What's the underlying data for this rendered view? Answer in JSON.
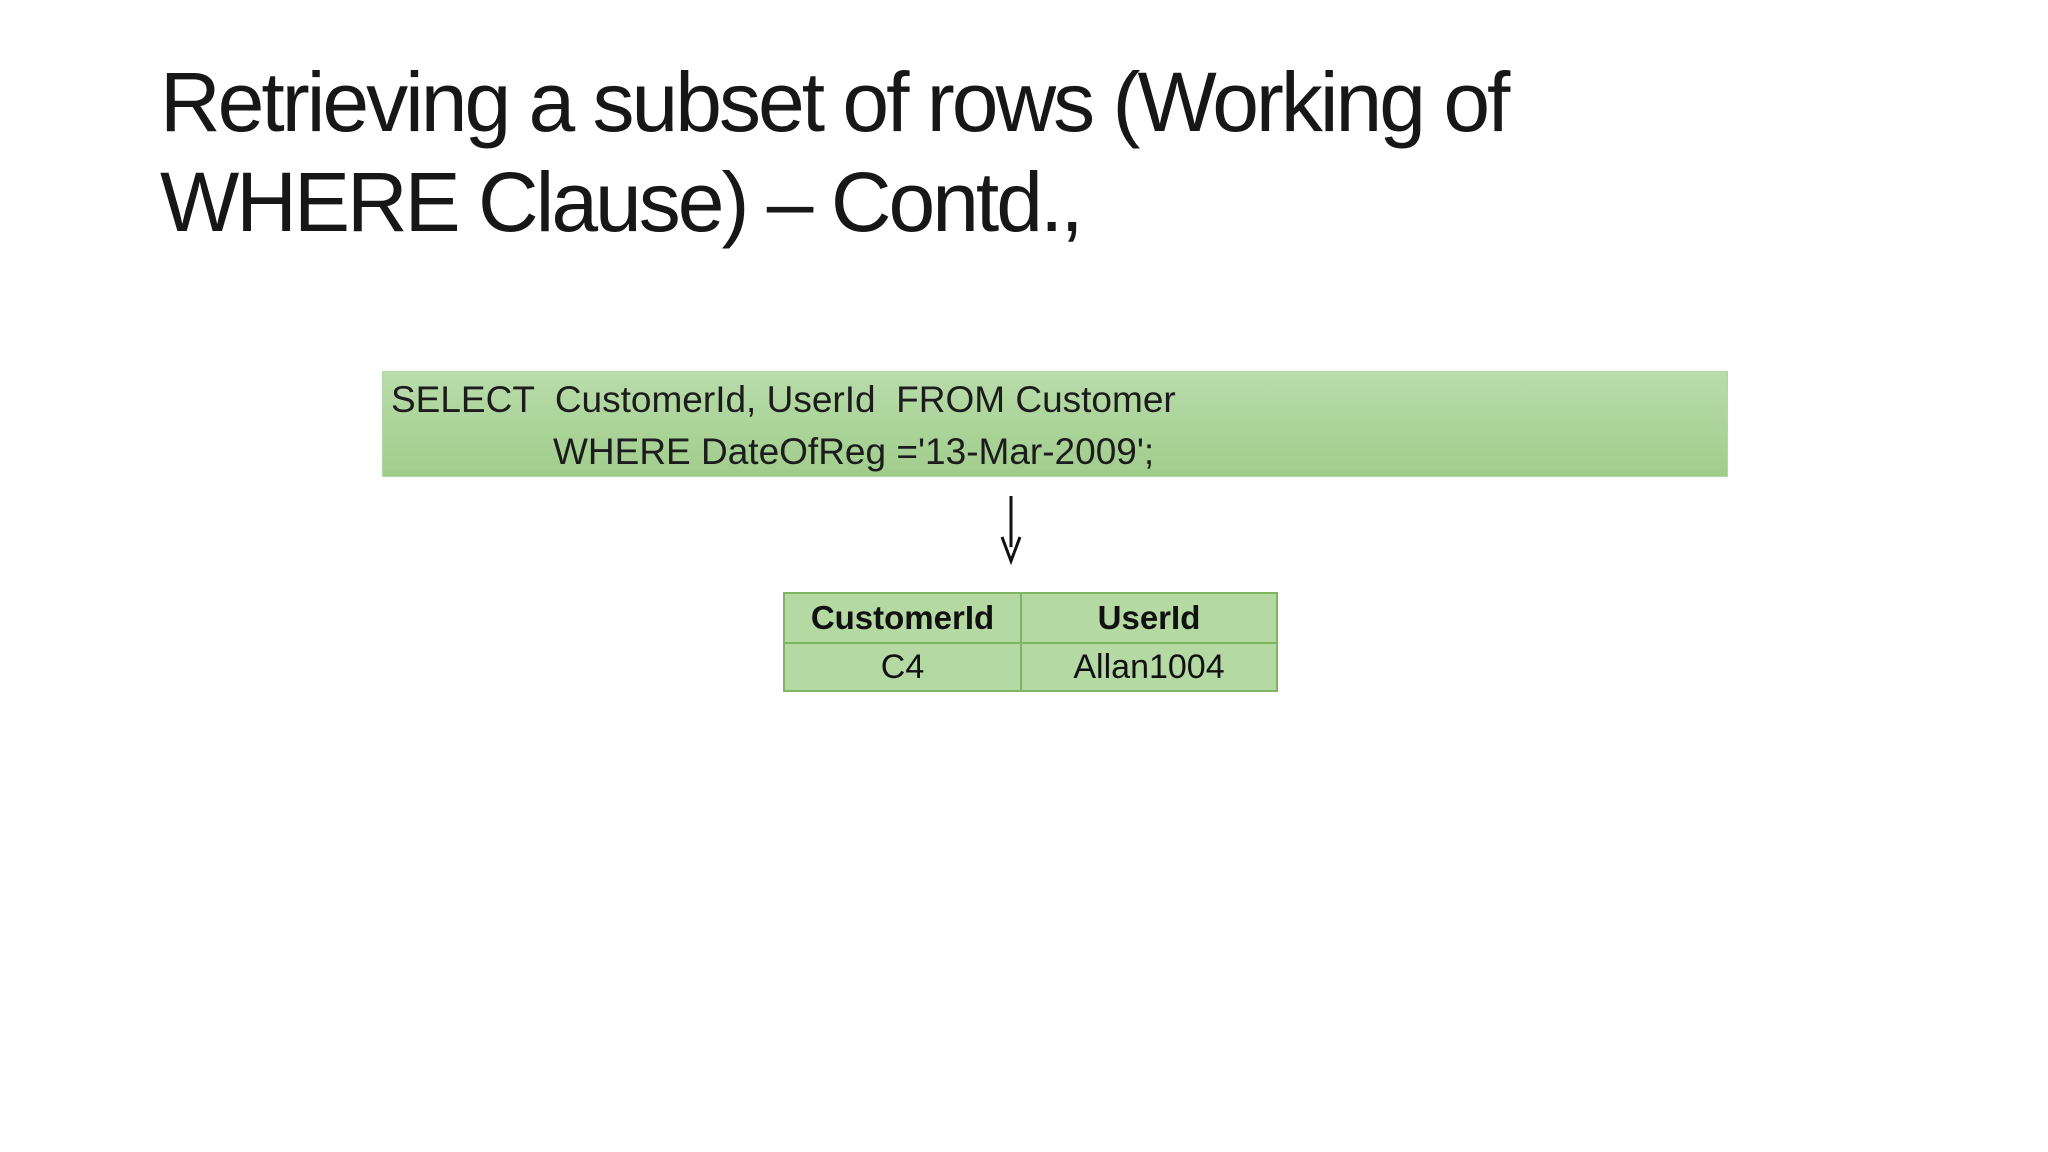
{
  "slide": {
    "title": {
      "line1": "Retrieving a subset of rows (Working of",
      "line2": "WHERE Clause) – Contd.,"
    },
    "sql_box": {
      "line1": "SELECT  CustomerId, UserId  FROM Customer",
      "line2": "WHERE DateOfReg ='13-Mar-2009';"
    },
    "icons": {
      "arrow": "down-arrow-icon"
    },
    "result_table": {
      "headers": [
        "CustomerId",
        "UserId"
      ],
      "rows": [
        [
          "C4",
          "Allan1004"
        ]
      ]
    },
    "colors": {
      "sql_box_gradient_top": "#b9dcab",
      "sql_box_gradient_bottom": "#a4ce8f",
      "table_fill": "#b5d9a3",
      "table_border": "#7fb463",
      "text": "#1b1b1b",
      "background": "#ffffff"
    }
  }
}
